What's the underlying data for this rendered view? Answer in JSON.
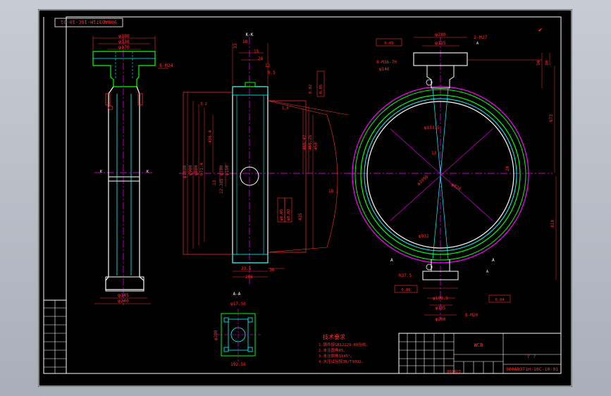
{
  "drawing": {
    "number": "900AD371H-16C-10-01",
    "number_rotated": "900AD371H-16C-10-01",
    "material": "WCB",
    "scale_marks": "? ?",
    "bottom_small": "900AD3",
    "section_labels": {
      "kk": "K-K",
      "aa": "A-A",
      "a_left": "A",
      "a_right": "A",
      "a1": "A",
      "a2": "A",
      "k_mark": "K"
    },
    "tech_title": "技术要求",
    "tech_lines": [
      "1.铸件按GB12229-89验收。",
      "2.未注圆角R5。",
      "3.未注倒角1X45°。",
      "4.水压试验按JB/T9092。"
    ]
  },
  "dims": {
    "left": [
      "φ380",
      "φ330",
      "φ170",
      "8-M24",
      "φ145",
      "φ240"
    ],
    "middle": [
      "K-K",
      "33",
      "15",
      "24",
      "12",
      "9.5",
      "18",
      "φ1030",
      "φ900",
      "φ880",
      "671.4",
      "436.4",
      "13",
      "12.385",
      "φ150",
      "φ100",
      "φ0.05",
      "φ0.02",
      "435",
      "466.47",
      "466.25",
      "450",
      "18",
      "0.05",
      "0.02",
      "23.5",
      "206",
      "30",
      "1.6",
      "3.2"
    ],
    "right": [
      "φ280",
      "2-M27",
      "φ125",
      "0.05",
      "8-M36-7H",
      "φ140",
      "50",
      "30",
      "673",
      "φ103.5",
      "13",
      "20",
      "φ1050",
      "φ824",
      "φ932",
      "810",
      "R37.5",
      "0.06",
      "φ108.5",
      "φ135",
      "0.04",
      "φ200",
      "8-M20"
    ],
    "aa": [
      "φ17.56",
      "φ200",
      "192.56"
    ]
  }
}
